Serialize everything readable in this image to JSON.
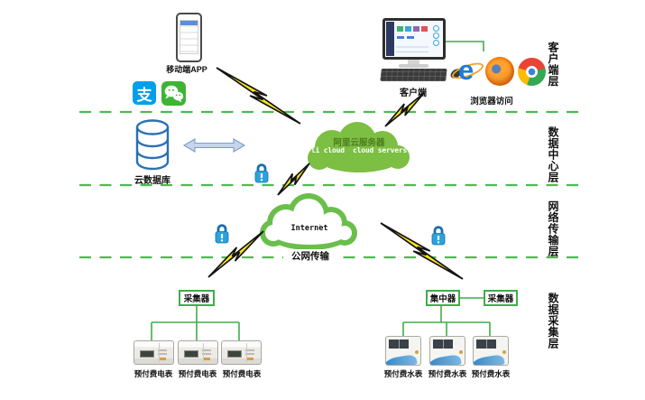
{
  "diagram": {
    "layer_labels": {
      "client": "客户端层",
      "data_center": "数据中心层",
      "network": "网络传输层",
      "collection": "数据采集层"
    },
    "client_layer": {
      "mobile_app": "移动端APP",
      "desktop_client": "客户端",
      "browser_access": "浏览器访问"
    },
    "data_center_layer": {
      "cloud_database": "云数据库",
      "ali_cloud_title": "阿里云服务器",
      "ali_cloud_subtitle": "li cloud  cloud servers"
    },
    "network_layer": {
      "internet": "Internet",
      "public_transmission": "公网传输"
    },
    "collection_layer": {
      "collector_left": "采集器",
      "concentrator": "集中器",
      "collector_right": "采集器",
      "electric_meters": [
        "预付费电表",
        "预付费电表",
        "预付费电表"
      ],
      "water_meters": [
        "预付费水表",
        "预付费水表",
        "预付费水表"
      ]
    },
    "icons": {
      "alipay_glyph": "支",
      "ie_glyph": "e"
    },
    "colors": {
      "line_green": "#3fae49",
      "cloud_green": "#7cbf43",
      "bolt_yellow": "#ffe71c",
      "lock_blue": "#2aa3dd"
    }
  }
}
